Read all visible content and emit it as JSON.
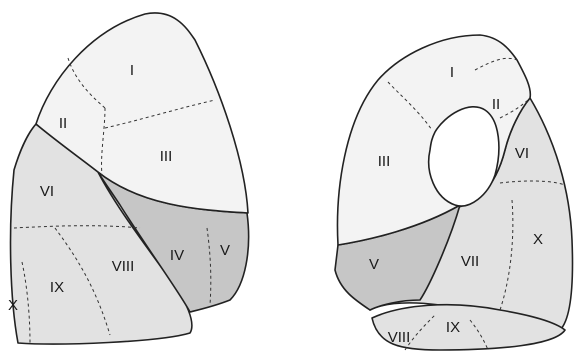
{
  "colors": {
    "upper_fill": "#f3f3f3",
    "middle_fill": "#e2e2e2",
    "dark_fill": "#c6c6c6",
    "outline": "#222222"
  },
  "left_lung": {
    "segments": [
      "I",
      "II",
      "III",
      "VI",
      "IV",
      "V",
      "VIII",
      "IX",
      "X"
    ]
  },
  "right_lung": {
    "segments": [
      "I",
      "II",
      "III",
      "VI",
      "V",
      "VII",
      "X",
      "VIII",
      "IX"
    ]
  }
}
